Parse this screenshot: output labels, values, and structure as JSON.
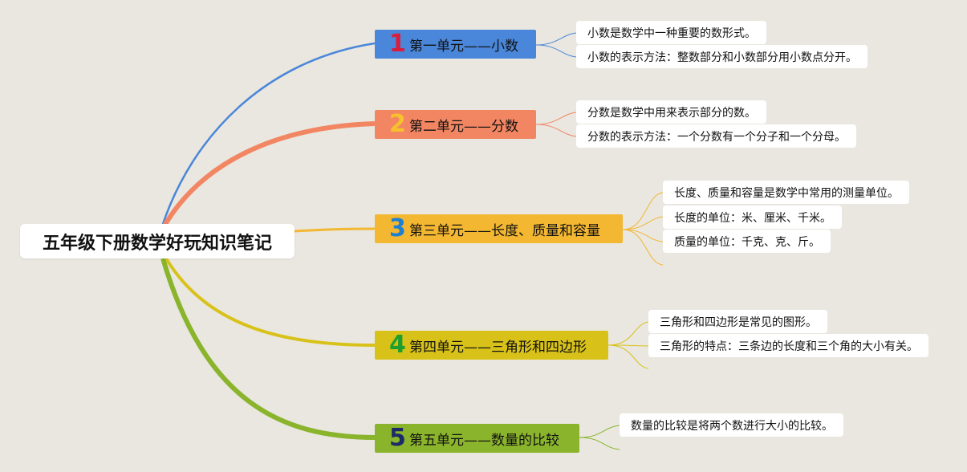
{
  "title": "五年级下册数学好玩知识笔记",
  "colors": {
    "background": "#e9e7e0",
    "u1": "#4a86d9",
    "u2": "#f28663",
    "u3": "#f3b731",
    "u4": "#d8c219",
    "u5": "#8ab42c",
    "num1": "#d81e3c",
    "num2": "#f6c12d",
    "num3": "#1f7fd0",
    "num4": "#1e9e2c",
    "num5": "#1c2a66"
  },
  "units": [
    {
      "num": "1",
      "label": "第一单元——小数",
      "items": [
        "小数是数学中一种重要的数形式。",
        "小数的表示方法：整数部分和小数部分用小数点分开。"
      ]
    },
    {
      "num": "2",
      "label": "第二单元——分数",
      "items": [
        "分数是数学中用来表示部分的数。",
        "分数的表示方法：一个分数有一个分子和一个分母。"
      ]
    },
    {
      "num": "3",
      "label": "第三单元——长度、质量和容量",
      "items": [
        "长度、质量和容量是数学中常用的测量单位。",
        "长度的单位：米、厘米、千米。",
        "质量的单位：千克、克、斤。"
      ]
    },
    {
      "num": "4",
      "label": "第四单元——三角形和四边形",
      "items": [
        "三角形和四边形是常见的图形。",
        "三角形的特点：三条边的长度和三个角的大小有关。"
      ]
    },
    {
      "num": "5",
      "label": "第五单元——数量的比较",
      "items": [
        "数量的比较是将两个数进行大小的比较。"
      ]
    }
  ]
}
